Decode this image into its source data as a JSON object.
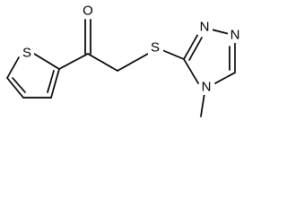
{
  "molecule": {
    "atoms": {
      "thiophene_s": "S",
      "carbonyl_o": "O",
      "thioether_s": "S",
      "triazole_n2": "N",
      "triazole_n1": "N",
      "triazole_n4": "N",
      "methyl_group": "methyl"
    }
  }
}
